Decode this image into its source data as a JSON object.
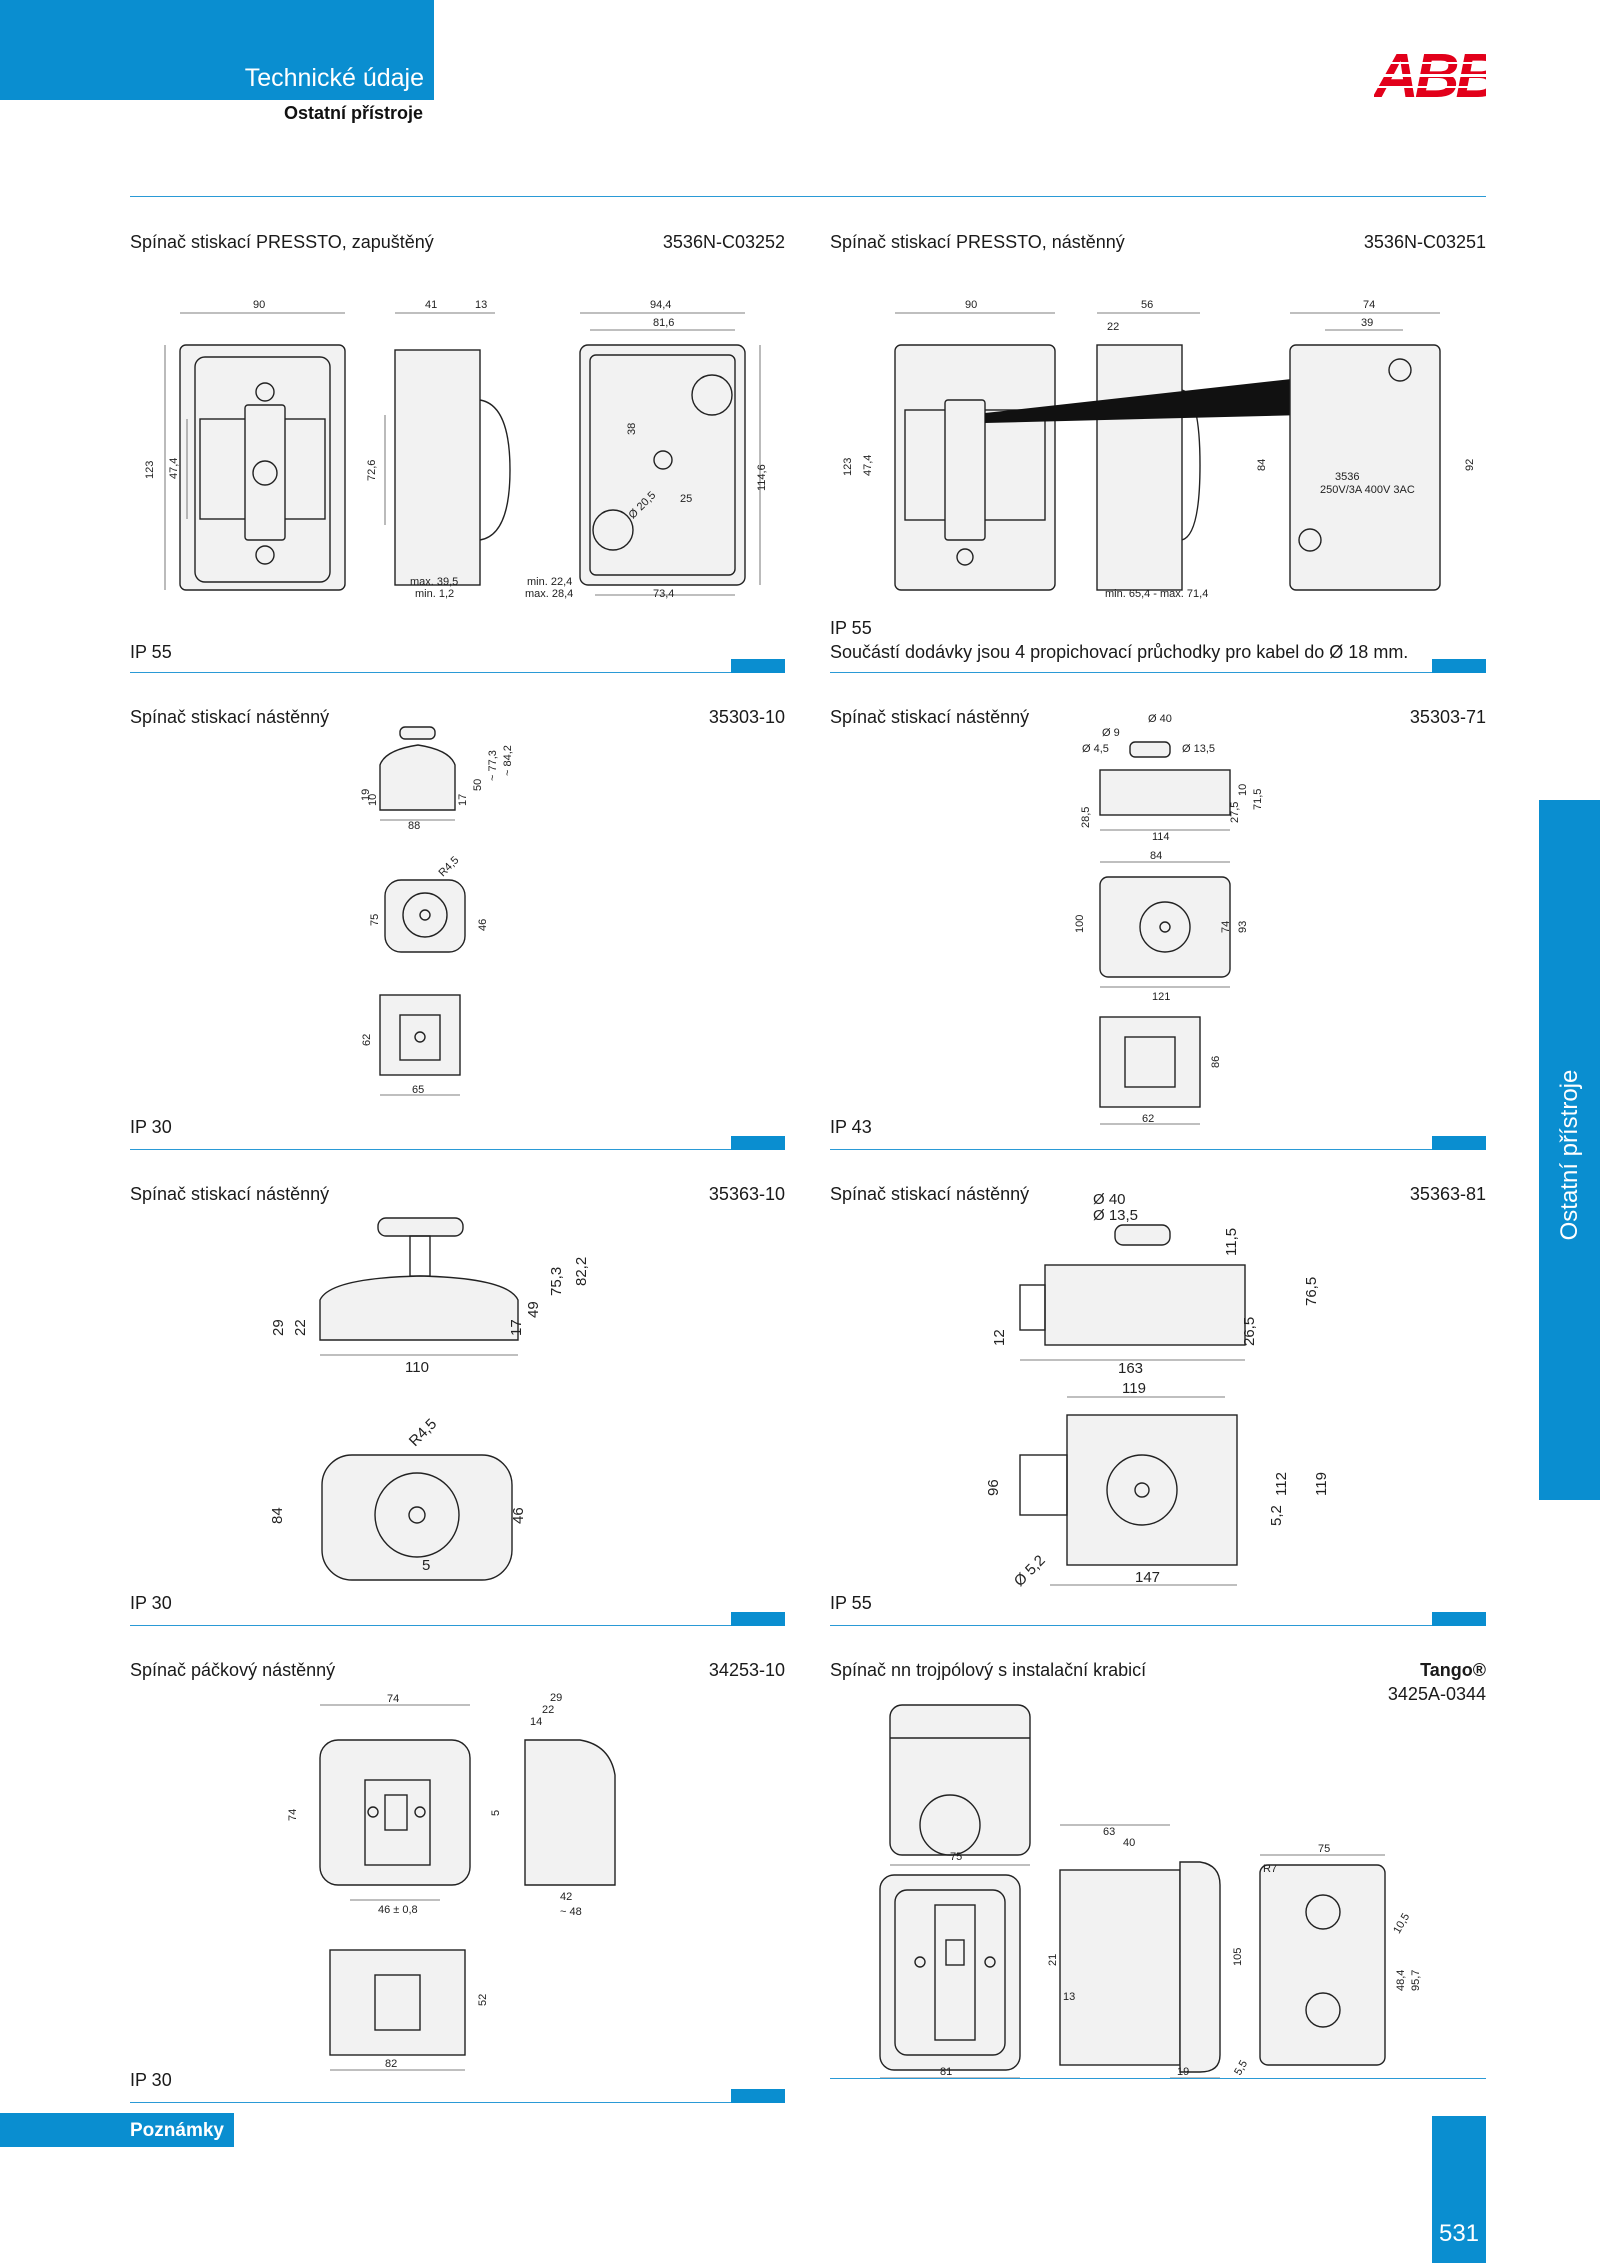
{
  "header": {
    "title": "Technické údaje",
    "subtitle": "Ostatní přístroje",
    "logo": "ABB",
    "brand_color": "#0a8ed0",
    "logo_color": "#e2001a"
  },
  "side_tab": {
    "label": "Ostatní přístroje"
  },
  "footer": {
    "notes_label": "Poznámky",
    "page_number": "531"
  },
  "products": [
    {
      "title": "Spínač stiskací PRESSTO, zapuštěný",
      "code": "3536N-C03252",
      "note": "IP 55",
      "dims": [
        "90",
        "41",
        "13",
        "94,4",
        "81,6",
        "123",
        "47,4",
        "72,6",
        "38",
        "25",
        "Ø 20,5",
        "114,6",
        "max. 39,5",
        "min. 1,2",
        "min. 22,4",
        "max. 28,4",
        "73,4"
      ]
    },
    {
      "title": "Spínač stiskací PRESSTO, nástěnný",
      "code": "3536N-C03251",
      "note": "IP 55",
      "note2": "Součástí dodávky jsou 4 propichovací průchodky pro kabel do Ø 18 mm.",
      "dims": [
        "90",
        "56",
        "22",
        "74",
        "39",
        "123",
        "47,4",
        "84",
        "92",
        "min. 65,4 - max. 71,4",
        "3536",
        "250V/3A  400V  3AC"
      ]
    },
    {
      "title": "Spínač stiskací nástěnný",
      "code": "35303-10",
      "note": "IP 30",
      "dims": [
        "19",
        "10",
        "17",
        "50",
        "~ 77,3",
        "~ 84,2",
        "88",
        "R4,5",
        "75",
        "46",
        "62",
        "65"
      ]
    },
    {
      "title": "Spínač stiskací nástěnný",
      "code": "35303-71",
      "note": "IP 43",
      "dims": [
        "Ø 40",
        "Ø 9",
        "Ø 4,5",
        "Ø 13,5",
        "10",
        "71,5",
        "28,5",
        "27,5",
        "114",
        "84",
        "100",
        "74",
        "93",
        "121",
        "86",
        "62"
      ]
    },
    {
      "title": "Spínač stiskací nástěnný",
      "code": "35363-10",
      "note": "IP 30",
      "dims": [
        "29",
        "22",
        "17",
        "49",
        "75,3",
        "82,2",
        "110",
        "R4,5",
        "84",
        "46",
        "5"
      ]
    },
    {
      "title": "Spínač stiskací nástěnný",
      "code": "35363-81",
      "note": "IP 55",
      "dims": [
        "Ø 40",
        "Ø 13,5",
        "11,5",
        "76,5",
        "12",
        "26,5",
        "163",
        "119",
        "96",
        "112",
        "5,2",
        "119",
        "Ø 5,2",
        "147"
      ]
    },
    {
      "title": "Spínač páčkový nástěnný",
      "code": "34253-10",
      "note": "IP 30",
      "dims": [
        "74",
        "74",
        "29",
        "22",
        "14",
        "5",
        "42",
        "~ 48",
        "46 ± 0,8",
        "52",
        "82"
      ]
    },
    {
      "title": "Spínač nn trojpólový s instalační krabicí",
      "brand": "Tango®",
      "code": "3425A-0344",
      "note": "",
      "dims": [
        "75",
        "63",
        "40",
        "21",
        "105",
        "13",
        "81",
        "19",
        "75",
        "R7",
        "10,5",
        "48,4",
        "95,7",
        "5,5"
      ]
    }
  ]
}
